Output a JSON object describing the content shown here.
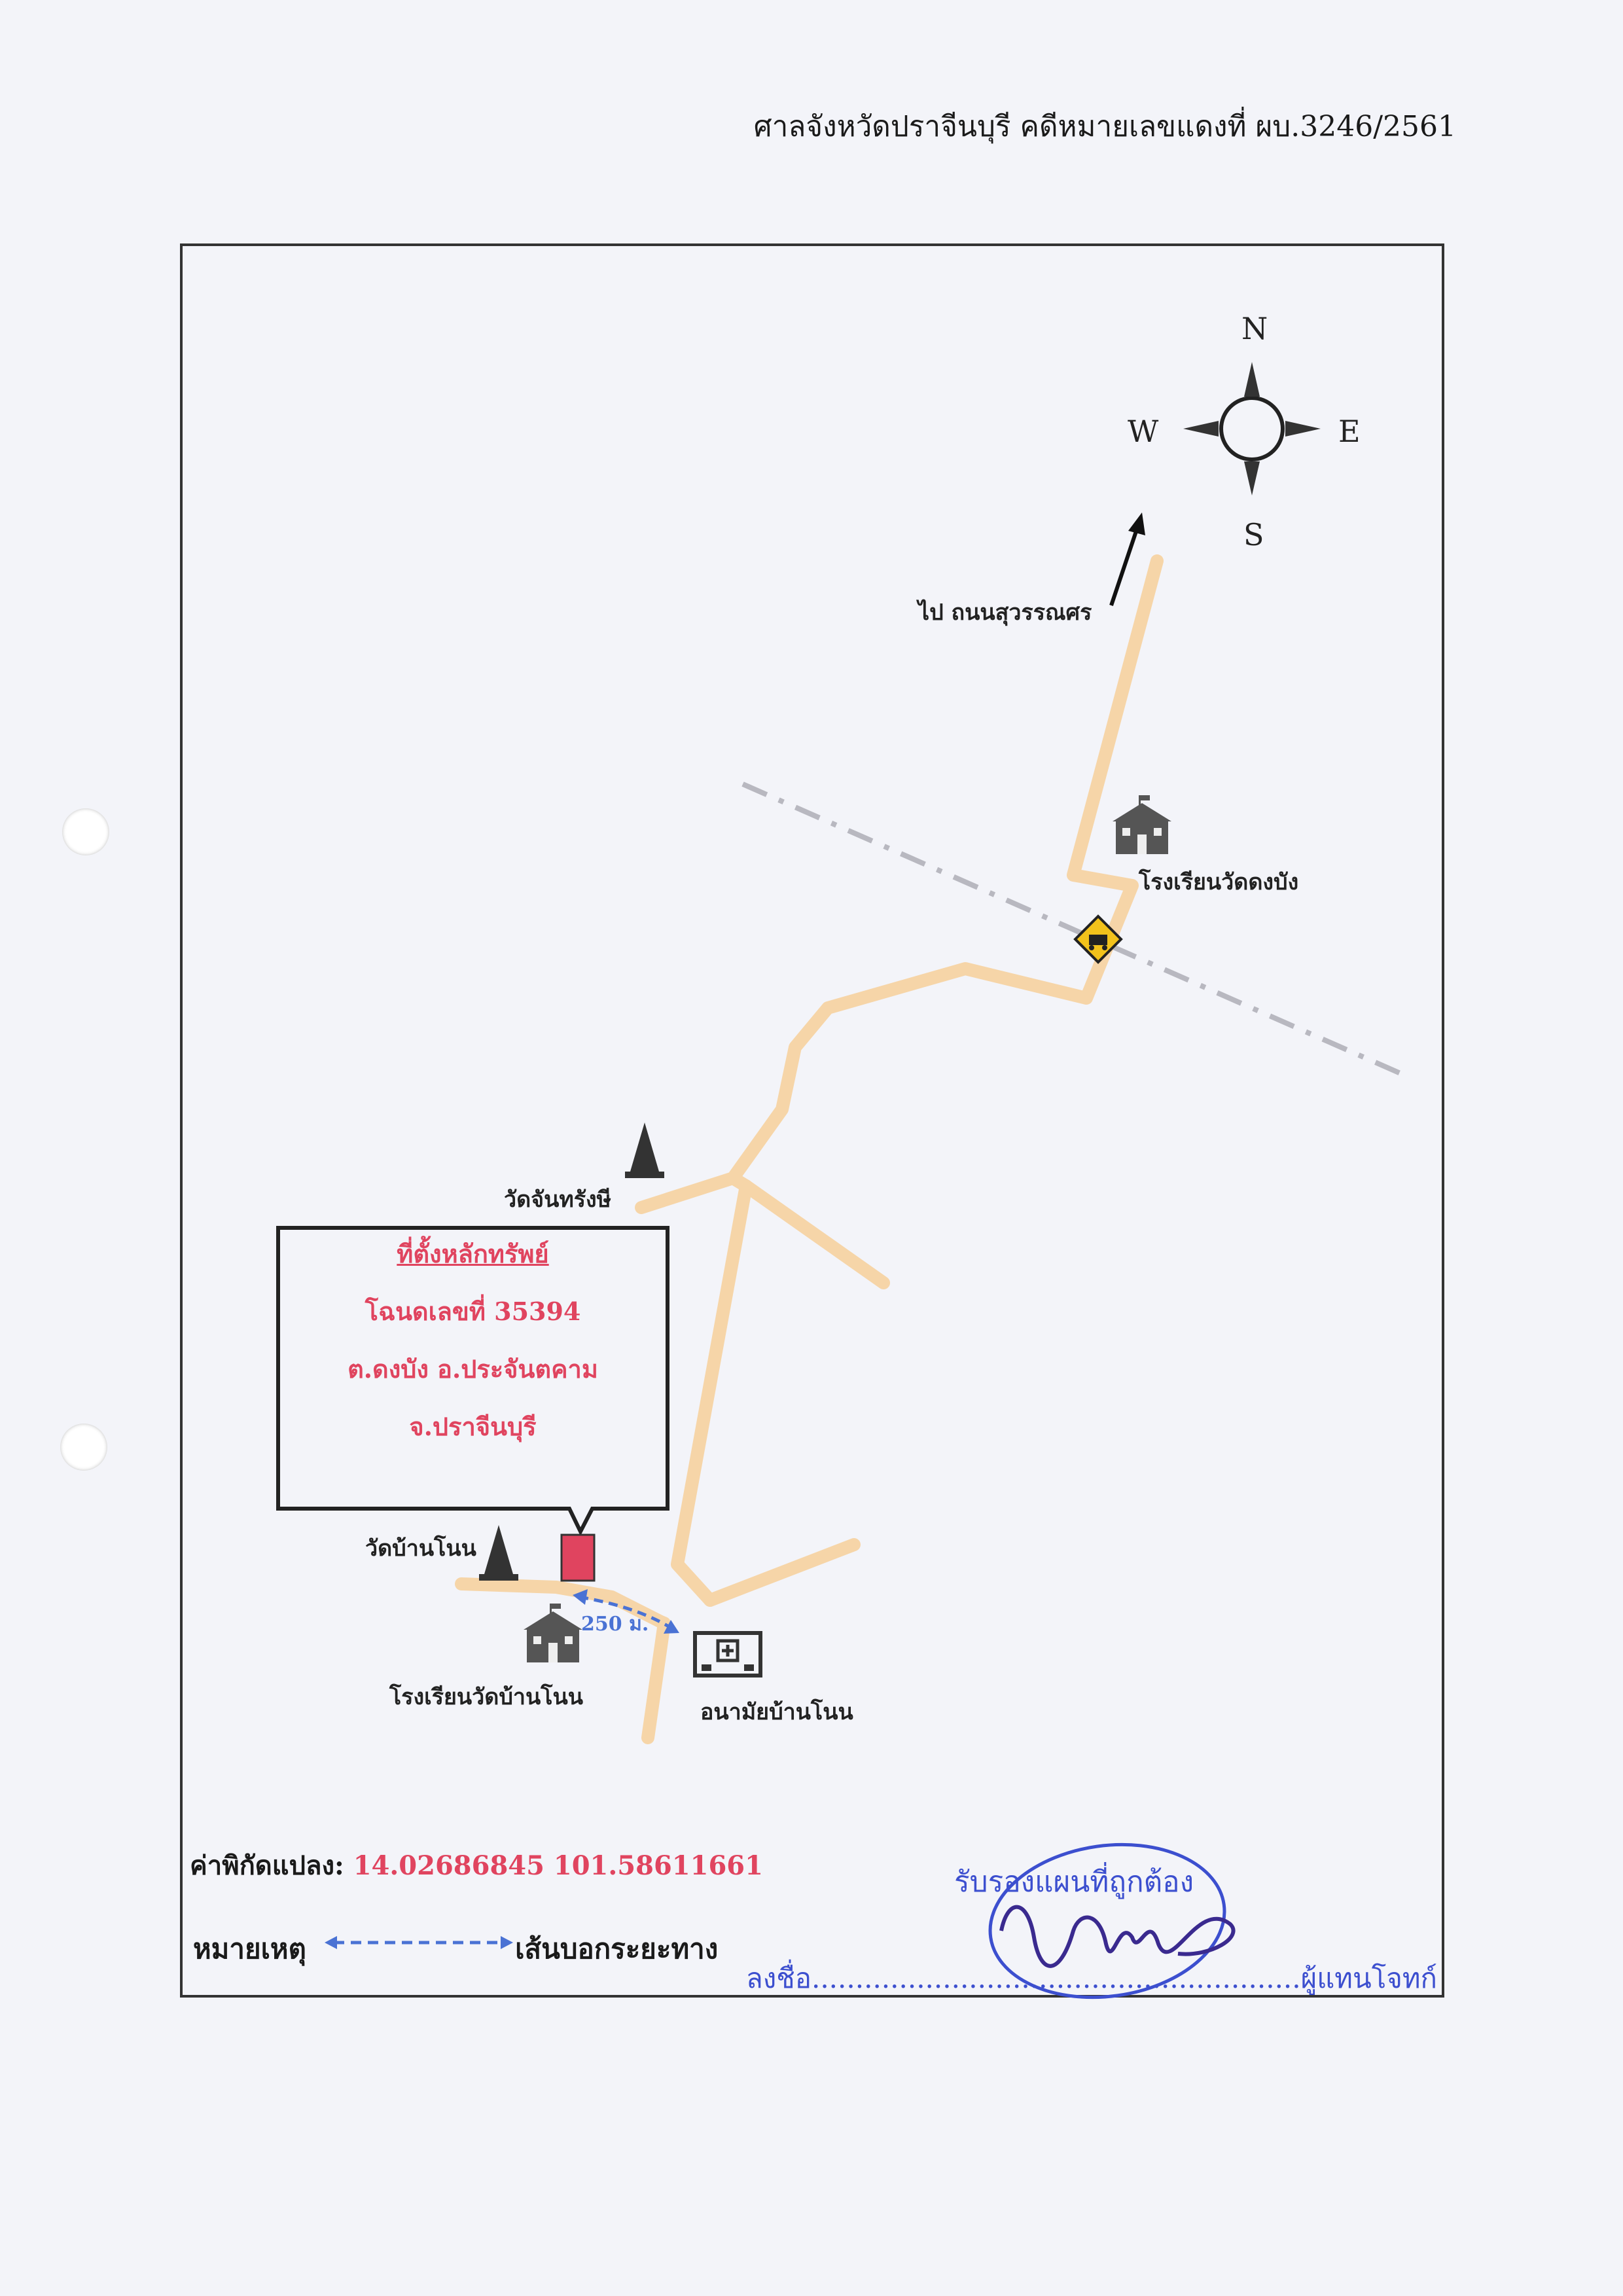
{
  "header": {
    "text": "ศาลจังหวัดปราจีนบุรี คดีหมายเลขแดงที่ ผบ.3246/2561"
  },
  "compass": {
    "north": "N",
    "south": "S",
    "east": "E",
    "west": "W"
  },
  "labels": {
    "to_road": "ไป ถนนสุวรรณศร",
    "school_dongbang": "โรงเรียนวัดดงบัง",
    "wat_janthrangsi": "วัดจันทรังษี",
    "wat_bannon": "วัดบ้านโนน",
    "school_bannon": "โรงเรียนวัดบ้านโนน",
    "health_center": "อนามัยบ้านโนน",
    "distance": "250 ม."
  },
  "property": {
    "title": "ที่ตั้งหลักทรัพย์",
    "deed": "โฉนดเลขที่ 35394",
    "district": "ต.ดงบัง อ.ประจันตคาม",
    "province": "จ.ปราจีนบุรี"
  },
  "coordinates": {
    "label": "ค่าพิกัดแปลง:",
    "value": "14.02686845 101.58611661"
  },
  "legend": {
    "label": "หมายเหตุ",
    "meaning": "เส้นบอกระยะทาง"
  },
  "certification": {
    "text": "รับรองแผนที่ถูกต้อง",
    "sign_prefix": "ลงชื่อ",
    "dots": "........................................................",
    "sign_suffix": "ผู้แทนโจทก์"
  },
  "colors": {
    "road": "#f6d5a8",
    "property_marker": "#e0445f",
    "accent_red": "#e0445f",
    "distance_line": "#4a72d4",
    "ink_blue": "#3c4fcf",
    "railway": "#b8b8c0"
  }
}
